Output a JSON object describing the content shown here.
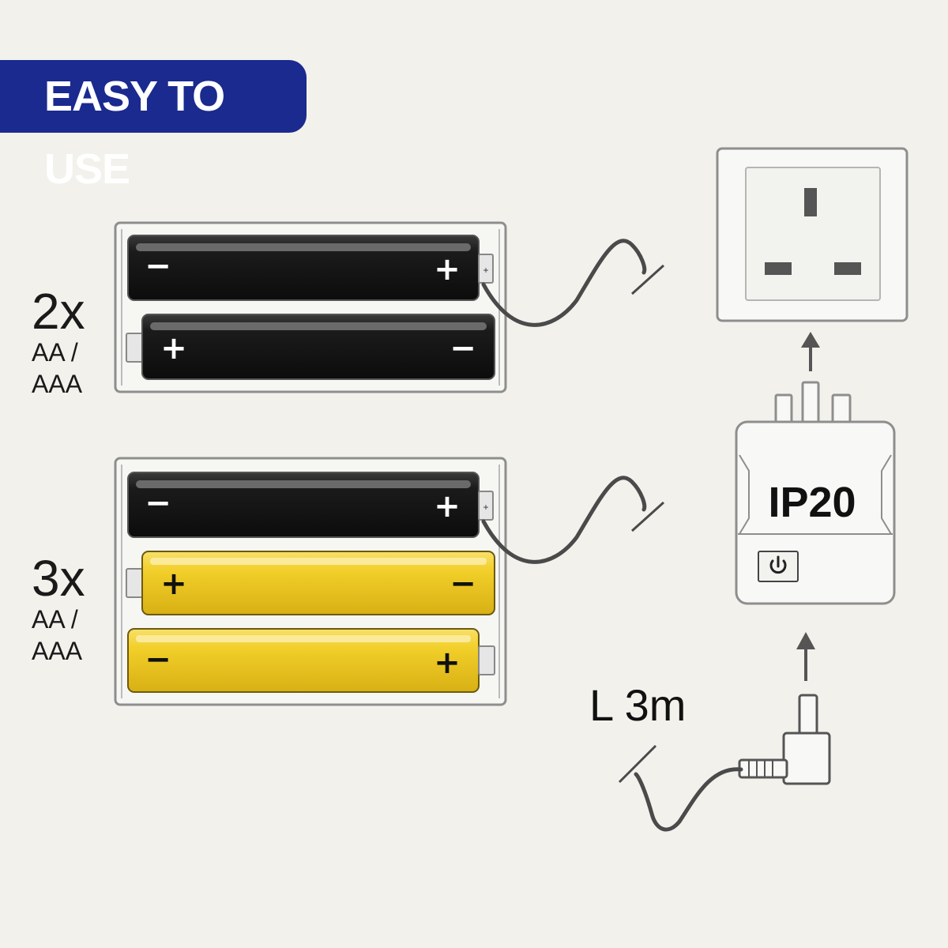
{
  "badge": {
    "text": "EASY TO USE"
  },
  "groups": [
    {
      "count": "2x",
      "type": "AA / AAA",
      "batteries": [
        {
          "color": "#111111",
          "left_sign": "−",
          "right_sign": "+"
        },
        {
          "color": "#111111",
          "left_sign": "+",
          "right_sign": "−"
        }
      ]
    },
    {
      "count": "3x",
      "type": "AA / AAA",
      "batteries": [
        {
          "color": "#111111",
          "left_sign": "−",
          "right_sign": "+"
        },
        {
          "color": "#f2cf2a",
          "left_sign": "+",
          "right_sign": "−"
        },
        {
          "color": "#f2cf2a",
          "left_sign": "−",
          "right_sign": "+"
        }
      ]
    }
  ],
  "terminal_sign": "+",
  "adapter": {
    "rating": "IP20",
    "power_icon": "power-icon"
  },
  "socket": {
    "icon": "uk-wall-socket-icon"
  },
  "cable": {
    "length": "L 3m"
  },
  "colors": {
    "badge": "#1a2a8f",
    "battery_black": "#111111",
    "battery_yellow": "#f2cf2a",
    "background": "#f2f1ec"
  }
}
